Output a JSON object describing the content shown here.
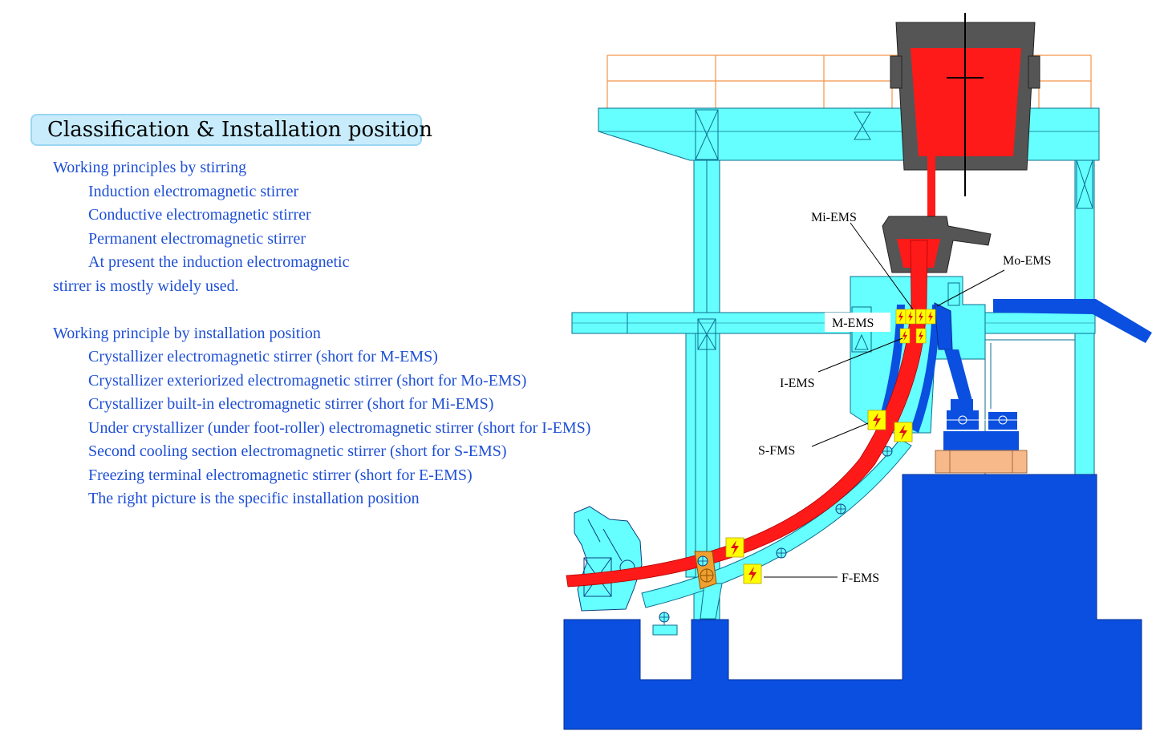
{
  "heading": "Classification & Installation position",
  "section1": {
    "title": "Working principles by stirring",
    "items": [
      "Induction electromagnetic stirrer",
      "Conductive electromagnetic stirrer",
      "Permanent electromagnetic stirrer",
      "At present the induction electromagnetic"
    ],
    "continuation": "stirrer is mostly widely used."
  },
  "section2": {
    "title": "Working principle by installation position",
    "items": [
      "Crystallizer electromagnetic stirrer (short for M-EMS)",
      "Crystallizer exteriorized electromagnetic stirrer (short for Mo-EMS)",
      "Crystallizer built-in electromagnetic stirrer (short for Mi-EMS)",
      "Under crystallizer (under foot-roller) electromagnetic stirrer (short for I-EMS)",
      "Second cooling section electromagnetic stirrer (short for S-EMS)",
      "Freezing terminal electromagnetic stirrer (short for E-EMS)",
      "The right picture is the specific installation position"
    ]
  },
  "diagram": {
    "labels": {
      "mi_ems": "Mi-EMS",
      "mo_ems": "Mo-EMS",
      "m_ems": "M-EMS",
      "i_ems": "I-EMS",
      "s_fms": "S-FMS",
      "f_ems": "F-EMS"
    },
    "colors": {
      "structure": "#66ffff",
      "foundation": "#0a4fe0",
      "steel": "#ff1a1a",
      "ladle": "#555555",
      "stirrer": "#ffff00",
      "railing": "#f4944a",
      "motor_base": "#f7b98a"
    }
  }
}
